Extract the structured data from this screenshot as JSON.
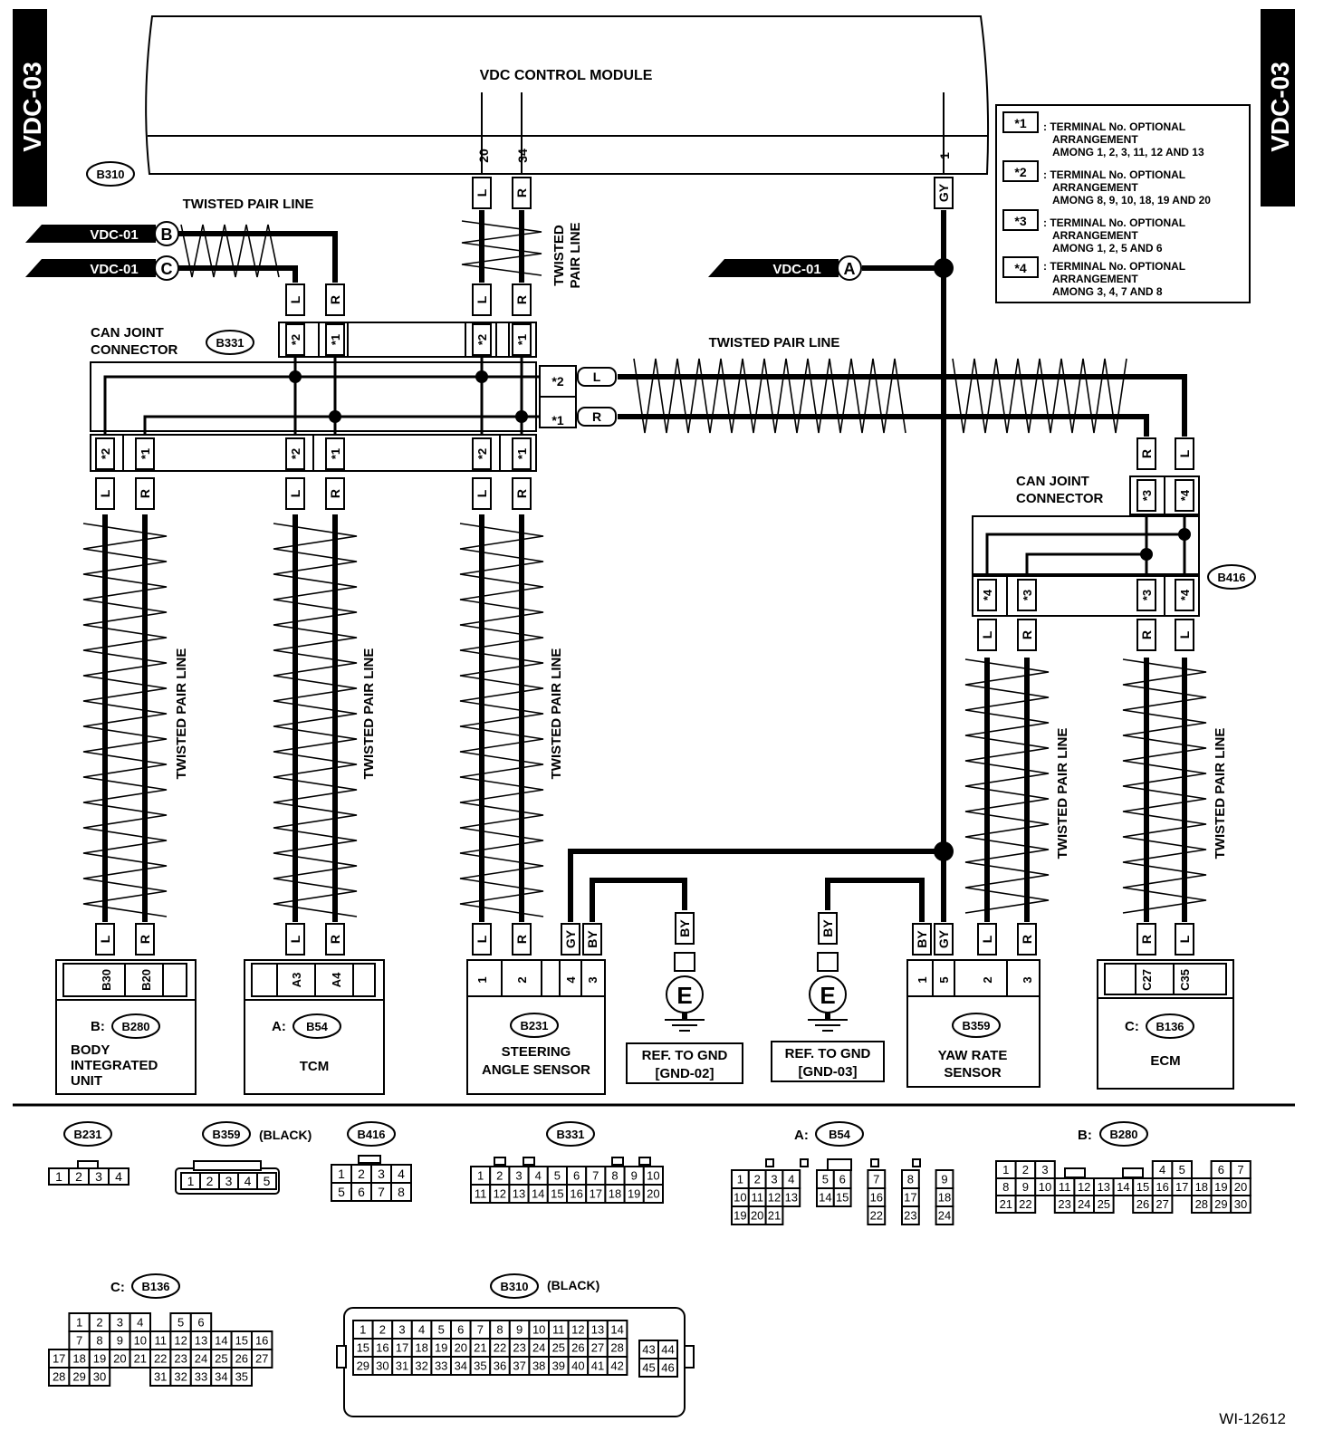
{
  "page_tag": "VDC-03",
  "figure_id": "WI-12612",
  "module": {
    "title": "VDC CONTROL MODULE",
    "connector": "B310",
    "pins": [
      "20",
      "34",
      "1"
    ],
    "wires": [
      "L",
      "R",
      "GY"
    ]
  },
  "twisted_pair": "TWISTED PAIR LINE",
  "twisted_stacked": [
    "TWISTED",
    "PAIR LINE"
  ],
  "refs": {
    "b": "VDC-01",
    "b_letter": "B",
    "c": "VDC-01",
    "c_letter": "C",
    "a": "VDC-01",
    "a_letter": "A"
  },
  "can1": {
    "label1": "CAN JOINT",
    "label2": "CONNECTOR",
    "connector": "B331"
  },
  "can2": {
    "label1": "CAN JOINT",
    "label2": "CONNECTOR",
    "connector": "B416"
  },
  "notes": [
    {
      "key": "*1",
      "l1": ": TERMINAL No. OPTIONAL",
      "l2": "ARRANGEMENT",
      "l3": "AMONG 1, 2, 3, 11, 12 AND 13"
    },
    {
      "key": "*2",
      "l1": ": TERMINAL No. OPTIONAL",
      "l2": "ARRANGEMENT",
      "l3": "AMONG 8, 9, 10, 18, 19 AND 20"
    },
    {
      "key": "*3",
      "l1": ": TERMINAL No. OPTIONAL",
      "l2": "ARRANGEMENT",
      "l3": "AMONG 1, 2, 5 AND 6"
    },
    {
      "key": "*4",
      "l1": ": TERMINAL No. OPTIONAL",
      "l2": "ARRANGEMENT",
      "l3": "AMONG 3, 4, 7 AND 8"
    }
  ],
  "stars": [
    "*1",
    "*2",
    "*3",
    "*4"
  ],
  "colors": {
    "L": "L",
    "R": "R",
    "GY": "GY",
    "BY": "BY"
  },
  "devices": [
    {
      "prefix": "B:",
      "conn": "B280",
      "pins": [
        "B30",
        "B20"
      ],
      "name": [
        "BODY",
        "INTEGRATED",
        "UNIT"
      ]
    },
    {
      "prefix": "A:",
      "conn": "B54",
      "pins": [
        "A3",
        "A4"
      ],
      "name": [
        "TCM"
      ]
    },
    {
      "prefix": "",
      "conn": "B231",
      "pins": [
        "1",
        "2",
        "4",
        "3"
      ],
      "name": [
        "STEERING",
        "ANGLE SENSOR"
      ]
    },
    {
      "prefix": "",
      "conn": "B359",
      "pins": [
        "1",
        "5",
        "2",
        "3"
      ],
      "name": [
        "YAW RATE",
        "SENSOR"
      ]
    },
    {
      "prefix": "C:",
      "conn": "B136",
      "pins": [
        "C27",
        "C35"
      ],
      "name": [
        "ECM"
      ]
    }
  ],
  "grounds": [
    {
      "symbol": "E",
      "l1": "REF. TO GND",
      "l2": "[GND-02]"
    },
    {
      "symbol": "E",
      "l1": "REF. TO GND",
      "l2": "[GND-03]"
    }
  ],
  "pinouts": {
    "b231": {
      "conn": "B231",
      "rows": [
        [
          "1",
          "2",
          "3",
          "4"
        ]
      ]
    },
    "b359": {
      "conn": "B359",
      "note": "(BLACK)",
      "rows": [
        [
          "1",
          "2",
          "3",
          "4",
          "5"
        ]
      ]
    },
    "b416": {
      "conn": "B416",
      "rows": [
        [
          "1",
          "2",
          "3",
          "4"
        ],
        [
          "5",
          "6",
          "7",
          "8"
        ]
      ]
    },
    "b331": {
      "conn": "B331",
      "rows": [
        [
          "1",
          "2",
          "3",
          "4",
          "5",
          "6",
          "7",
          "8",
          "9",
          "10"
        ],
        [
          "11",
          "12",
          "13",
          "14",
          "15",
          "16",
          "17",
          "18",
          "19",
          "20"
        ]
      ]
    },
    "b54": {
      "prefix": "A:",
      "conn": "B54",
      "rows": [
        [
          "1",
          "2",
          "3",
          "4",
          "",
          "5",
          "6",
          "",
          "7",
          "",
          "8",
          "",
          "9"
        ],
        [
          "10",
          "11",
          "12",
          "13",
          "",
          "14",
          "15",
          "",
          "16",
          "",
          "17",
          "",
          "18"
        ],
        [
          "19",
          "20",
          "21",
          "",
          "",
          "",
          "",
          "",
          "22",
          "",
          "23",
          "",
          "24"
        ]
      ]
    },
    "b280": {
      "prefix": "B:",
      "conn": "B280",
      "rows": [
        [
          "1",
          "2",
          "3",
          "",
          "",
          "",
          "",
          "",
          "4",
          "5",
          "",
          "6",
          "7"
        ],
        [
          "8",
          "9",
          "10",
          "11",
          "12",
          "13",
          "14",
          "15",
          "16",
          "17",
          "18",
          "19",
          "20"
        ],
        [
          "21",
          "22",
          "",
          "23",
          "24",
          "25",
          "",
          "26",
          "27",
          "",
          "28",
          "29",
          "30"
        ]
      ]
    },
    "b136": {
      "prefix": "C:",
      "conn": "B136",
      "rows": [
        [
          "",
          "1",
          "2",
          "3",
          "4",
          "",
          "5",
          "6"
        ],
        [
          "",
          "7",
          "8",
          "9",
          "10",
          "11",
          "12",
          "13",
          "14",
          "15",
          "16"
        ],
        [
          "17",
          "18",
          "19",
          "20",
          "21",
          "22",
          "23",
          "24",
          "25",
          "26",
          "27"
        ],
        [
          "28",
          "29",
          "30",
          "",
          "",
          "31",
          "32",
          "33",
          "34",
          "35"
        ]
      ]
    },
    "b310": {
      "conn": "B310",
      "note": "(BLACK)",
      "rows": [
        [
          "1",
          "2",
          "3",
          "4",
          "5",
          "6",
          "7",
          "8",
          "9",
          "10",
          "11",
          "12",
          "13",
          "14"
        ],
        [
          "15",
          "16",
          "17",
          "18",
          "19",
          "20",
          "21",
          "22",
          "23",
          "24",
          "25",
          "26",
          "27",
          "28"
        ],
        [
          "29",
          "30",
          "31",
          "32",
          "33",
          "34",
          "35",
          "36",
          "37",
          "38",
          "39",
          "40",
          "41",
          "42"
        ]
      ],
      "side": [
        [
          "43",
          "44"
        ],
        [
          "45",
          "46"
        ]
      ]
    }
  }
}
